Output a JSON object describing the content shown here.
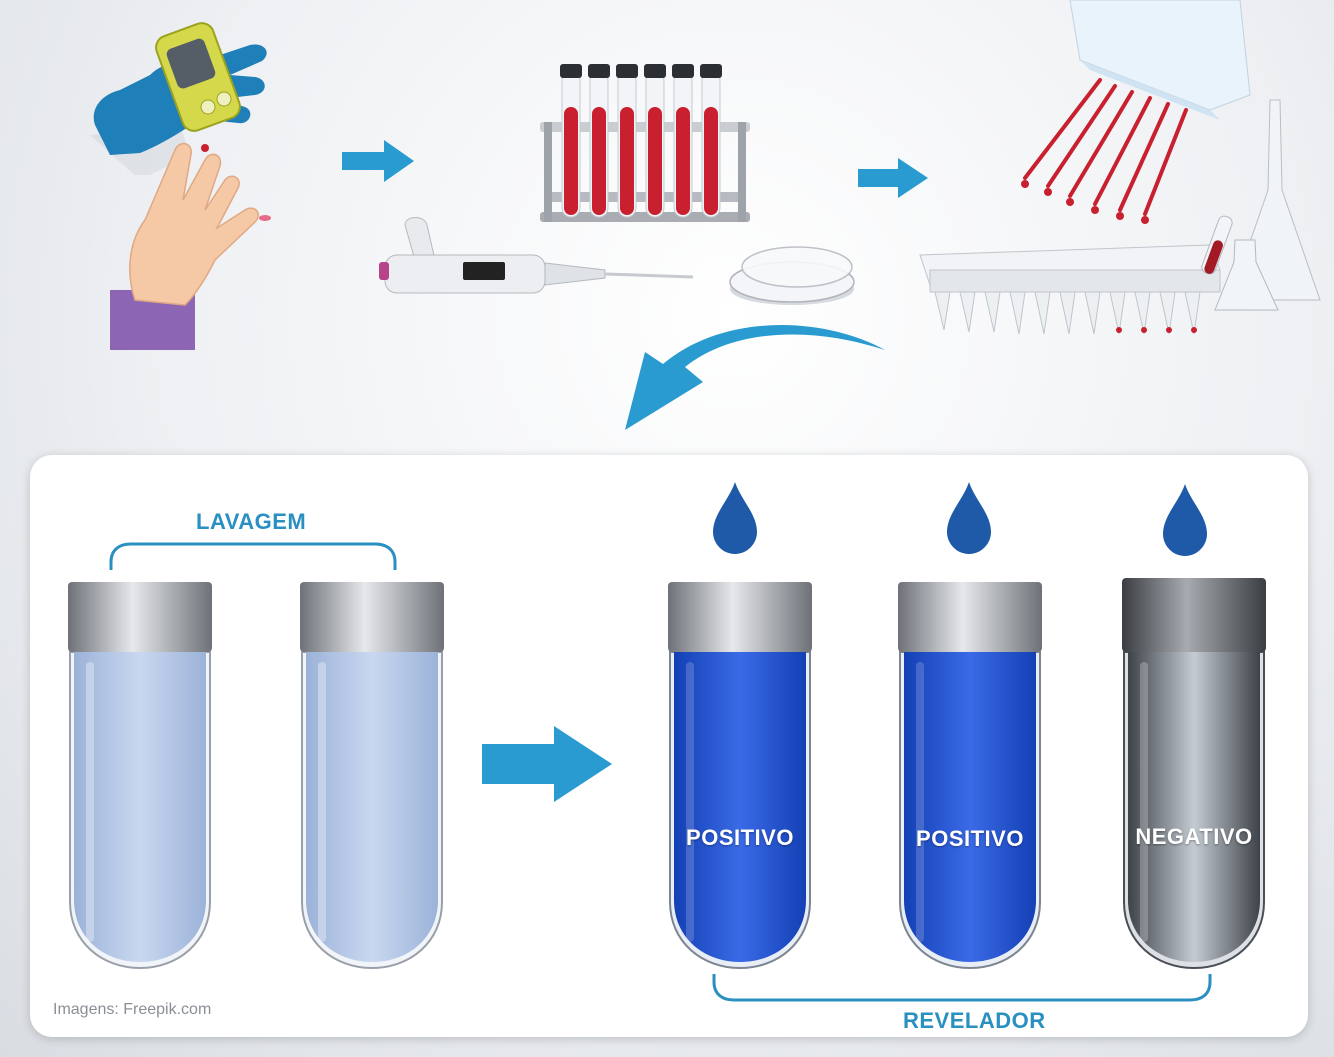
{
  "labels": {
    "wash": "LAVAGEM",
    "developer": "REVELADOR",
    "credit": "Imagens: Freepik.com"
  },
  "tubes": [
    {
      "id": "wash-1",
      "text": "",
      "liquid": "#b9cdee"
    },
    {
      "id": "wash-2",
      "text": "",
      "liquid": "#b9cdee"
    },
    {
      "id": "result-1",
      "text": "POSITIVO",
      "liquid": "#1f4fd0"
    },
    {
      "id": "result-2",
      "text": "POSITIVO",
      "liquid": "#1f4fd0"
    },
    {
      "id": "result-3",
      "text": "NEGATIVO",
      "liquid": "#9aa3ad"
    }
  ],
  "colors": {
    "accent": "#2a8fc1",
    "arrow": "#2a9bd0",
    "blood": "#c8202f",
    "glove": "#1f7fb8",
    "drop": "#1e5aa8"
  }
}
